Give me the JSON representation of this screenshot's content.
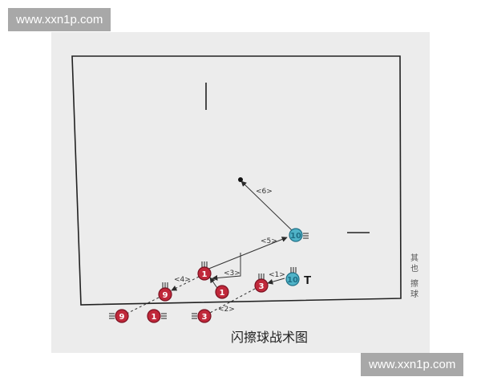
{
  "watermark_top": "www.xxn1p.com",
  "watermark_bottom": "www.xxn1p.com",
  "caption": "闪擦球战术图",
  "side_text": [
    "其",
    "也",
    "擦",
    "球"
  ],
  "step_labels": [
    "<1>",
    "<2>",
    "<3>",
    "<4>",
    "<5>",
    "<6>"
  ],
  "player_numbers": {
    "red": [
      "1",
      "1",
      "3",
      "9",
      "1",
      "3",
      "9"
    ],
    "teal": [
      "10",
      "10"
    ]
  },
  "target_mark": "T",
  "colors": {
    "player_red": "#c0283a",
    "player_teal": "#4fb3c8",
    "line": "#2a2a2a",
    "background": "#ececec"
  }
}
